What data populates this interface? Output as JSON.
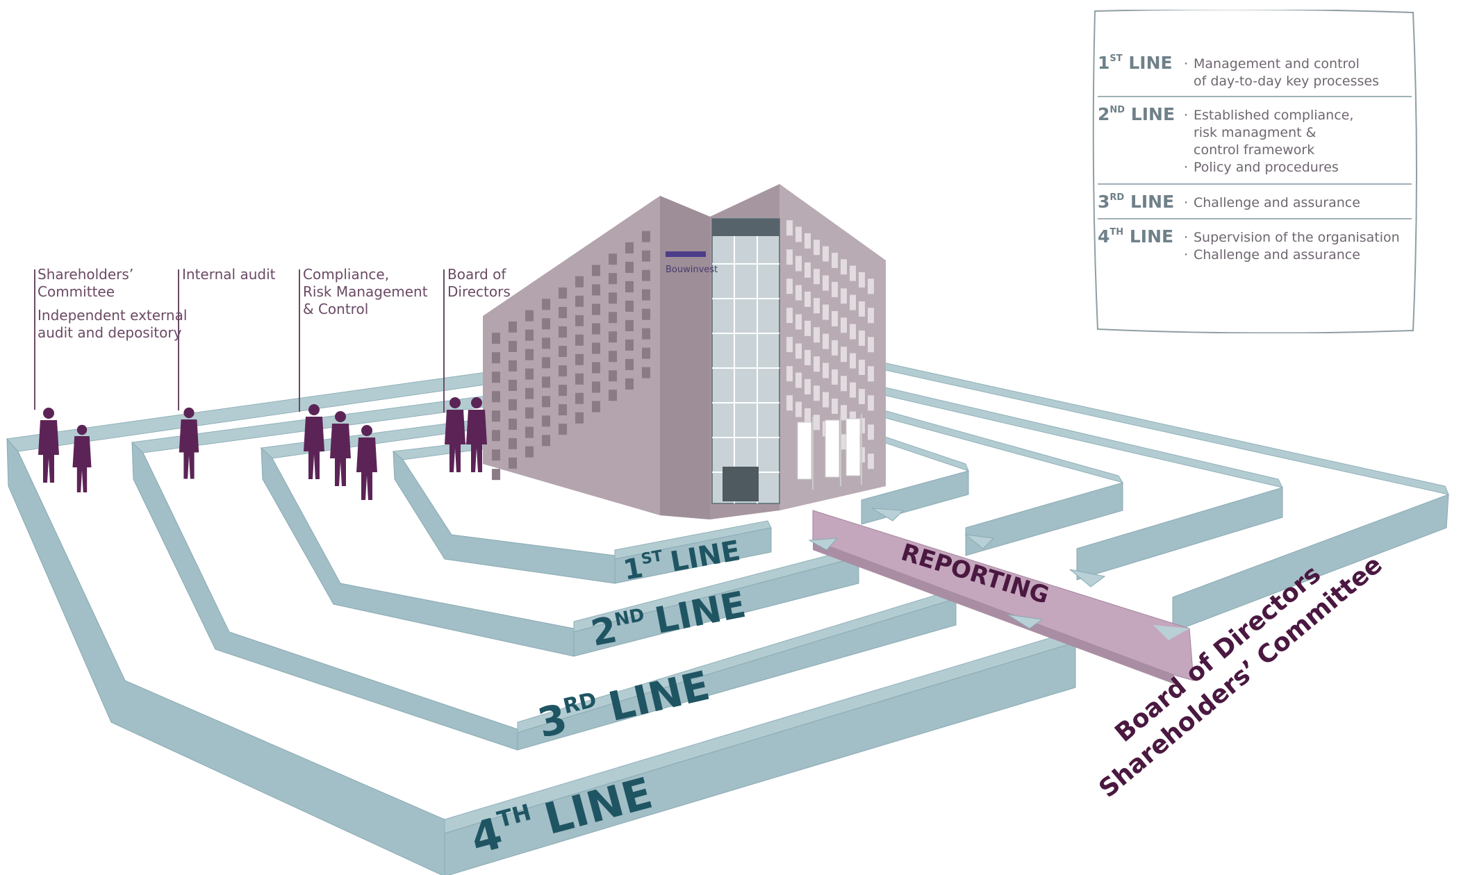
{
  "roles": [
    {
      "id": "shareholders",
      "text": "Shareholders’\nCommittee"
    },
    {
      "id": "external-audit",
      "text": "Independent external\naudit and depository"
    },
    {
      "id": "internal-audit",
      "text": "Internal audit"
    },
    {
      "id": "compliance",
      "text": "Compliance,\nRisk Management\n& Control"
    },
    {
      "id": "board",
      "text": "Board of\nDirectors"
    }
  ],
  "lines": [
    {
      "num": "1",
      "sup": "ST",
      "word": "LINE"
    },
    {
      "num": "2",
      "sup": "ND",
      "word": "LINE"
    },
    {
      "num": "3",
      "sup": "RD",
      "word": "LINE"
    },
    {
      "num": "4",
      "sup": "TH",
      "word": "LINE"
    }
  ],
  "reporting": "REPORTING",
  "destination": [
    "Board of Directors",
    "Shareholders’ Committee"
  ],
  "building": {
    "brand": "Bouwinvest"
  },
  "legend": [
    {
      "num": "1",
      "sup": "ST",
      "word": "LINE",
      "items": [
        "Management and control\nof day-to-day key processes"
      ]
    },
    {
      "num": "2",
      "sup": "ND",
      "word": "LINE",
      "items": [
        "Established compliance,\nrisk managment &\ncontrol framework",
        "Policy and procedures"
      ]
    },
    {
      "num": "3",
      "sup": "RD",
      "word": "LINE",
      "items": [
        "Challenge and assurance"
      ]
    },
    {
      "num": "4",
      "sup": "TH",
      "word": "LINE",
      "items": [
        "Supervision of the organisation",
        "Challenge and assurance"
      ]
    }
  ],
  "colors": {
    "wall": "#b3ccd2",
    "label": "#1f5563",
    "people": "#5c2456",
    "reporting": "#c4a6bd",
    "building": "#b3a4ad"
  }
}
